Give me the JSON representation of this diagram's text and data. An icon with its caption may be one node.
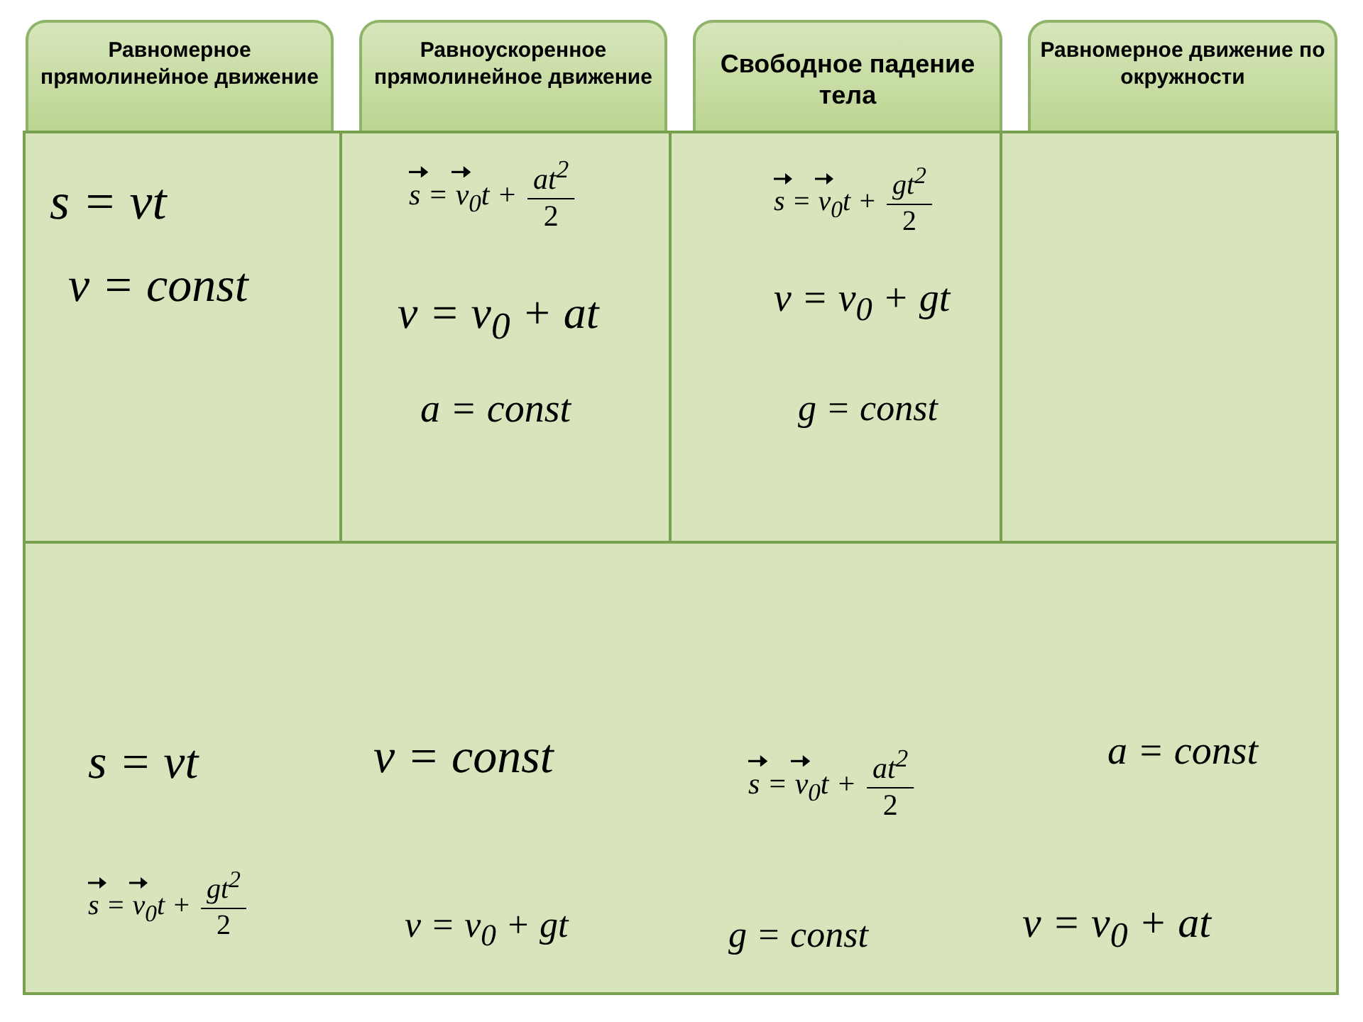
{
  "diagram": {
    "nodes": [
      {
        "text": [
          "Равномерное прямолинейное движение"
        ]
      },
      {
        "text": [
          "Равноускоренное прямолинейное движение"
        ]
      },
      {
        "text": [
          "Свободное падение тела"
        ]
      },
      {
        "text": [
          "Равномерное движение по окружности"
        ]
      }
    ],
    "labels": [
      "s = vt",
      "v = const",
      "s = v$_{0}$t +",
      "at$^{2}$",
      "2",
      "v = v$_{0}$ + at",
      "a = const",
      "s = v$_{0}$t +",
      "gt$^{2}$",
      "2",
      "v = v$_{0}$ + gt",
      "g = const",
      "s = vt",
      "v = const",
      "s = v$_{0}$t +",
      "at$^{2}$",
      "2",
      "a = const",
      "s = v$_{0}$t +",
      "gt$^{2}$",
      "2",
      "v = v$_{0}$ + gt",
      "g = const",
      "v = v$_{0}$ + at"
    ]
  }
}
